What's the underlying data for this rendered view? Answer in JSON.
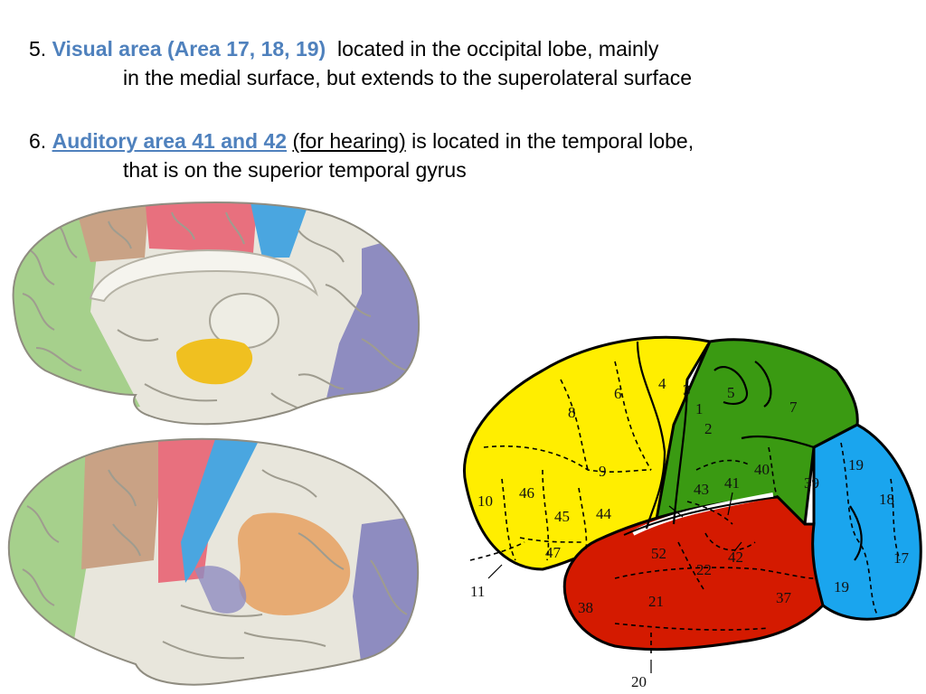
{
  "slide": {
    "item5": {
      "number": "5.",
      "title": "Visual area (Area 17, 18, 19)",
      "text_line1": "located in the occipital lobe, mainly",
      "text_line2": "in the medial surface, but extends to the superolateral surface"
    },
    "item6": {
      "number": "6.",
      "title": "Auditory area 41 and 42",
      "paren": "(for hearing)",
      "text_line1": "is located in the temporal lobe,",
      "text_line2": "that is on the superior temporal gyrus"
    }
  },
  "colors": {
    "accent_blue": "#4f81bd",
    "map_yellow": "#ffee00",
    "map_green": "#3a9a12",
    "map_red": "#d41a00",
    "map_blue": "#1aa5ee",
    "brain_green": "#a6d08c",
    "brain_red": "#e8707e",
    "brain_blue": "#4aa6e0",
    "brain_purple": "#8e8cc0",
    "brain_tan": "#c9a285",
    "brain_orange": "#e6a060",
    "brain_gold": "#f0c020",
    "brain_base": "#e8e6dc"
  },
  "brodmann_map": {
    "areas": [
      "1",
      "2",
      "3",
      "4",
      "5",
      "6",
      "7",
      "8",
      "9",
      "10",
      "11",
      "17",
      "18",
      "19",
      "19",
      "20",
      "21",
      "22",
      "37",
      "38",
      "39",
      "40",
      "41",
      "42",
      "43",
      "44",
      "45",
      "46",
      "47",
      "52"
    ]
  }
}
